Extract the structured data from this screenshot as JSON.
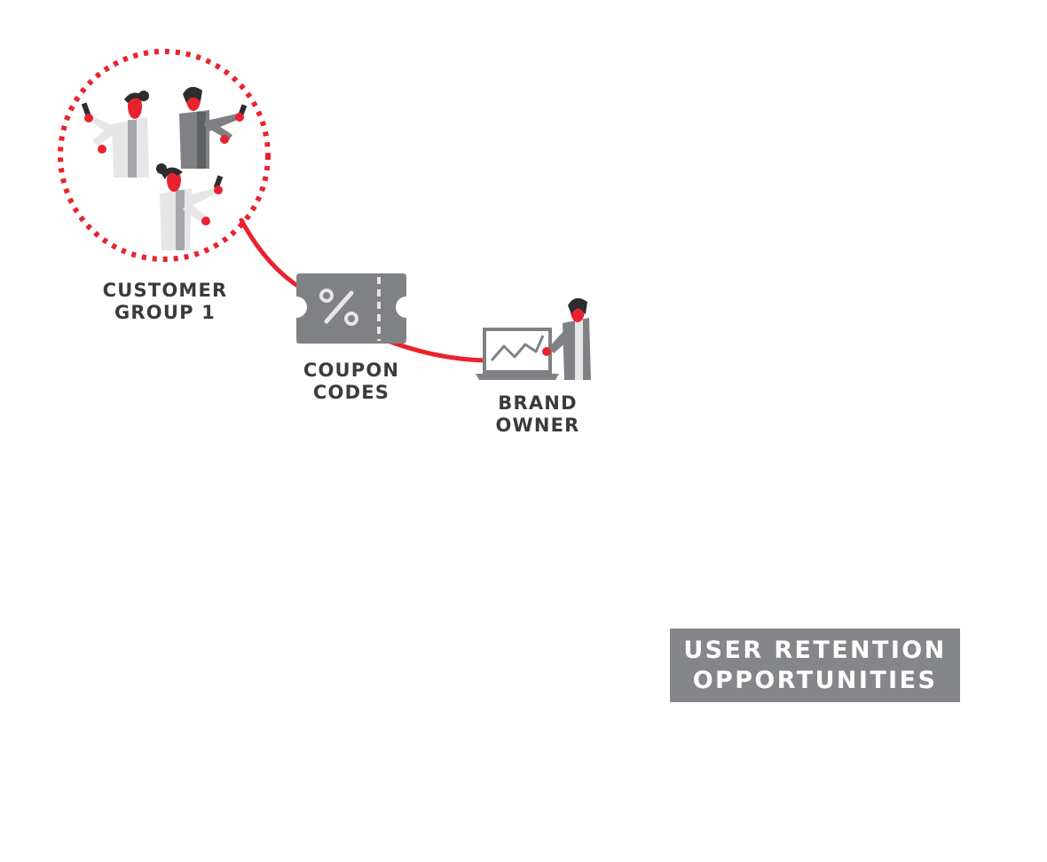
{
  "nodes": {
    "customer_group": {
      "line1": "CUSTOMER",
      "line2": "GROUP 1"
    },
    "coupon_codes": {
      "line1": "COUPON",
      "line2": "CODES",
      "symbol": "%"
    },
    "brand_owner": {
      "line1": "BRAND",
      "line2": "OWNER"
    }
  },
  "callout": {
    "line1": "USER RETENTION",
    "line2": "OPPORTUNITIES"
  },
  "colors": {
    "accent_red": "#e8232f",
    "icon_gray": "#808184",
    "dark_gray": "#5f6062",
    "light_gray": "#e6e6e7",
    "text_dark": "#3b3b3e",
    "callout_bg": "#858689"
  }
}
